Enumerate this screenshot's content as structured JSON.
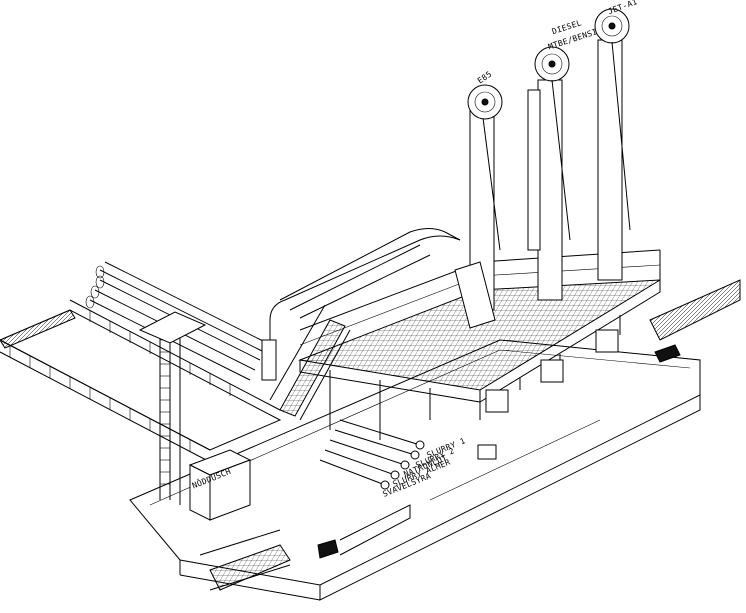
{
  "labels": {
    "jet_a1": "JET-A1",
    "diesel": "DIESEL",
    "mtbe_bensin": "MTBE/BENSIN",
    "e85": "E85",
    "slurry1": "SLURRY 1",
    "slurry2": "SLURRY 2",
    "natronlut": "NATRONLUT",
    "slurry_almer": "SLURRY ALMER",
    "svavelsyra": "SVAVELSYRA",
    "noddusch": "NÖDDUSCH"
  }
}
